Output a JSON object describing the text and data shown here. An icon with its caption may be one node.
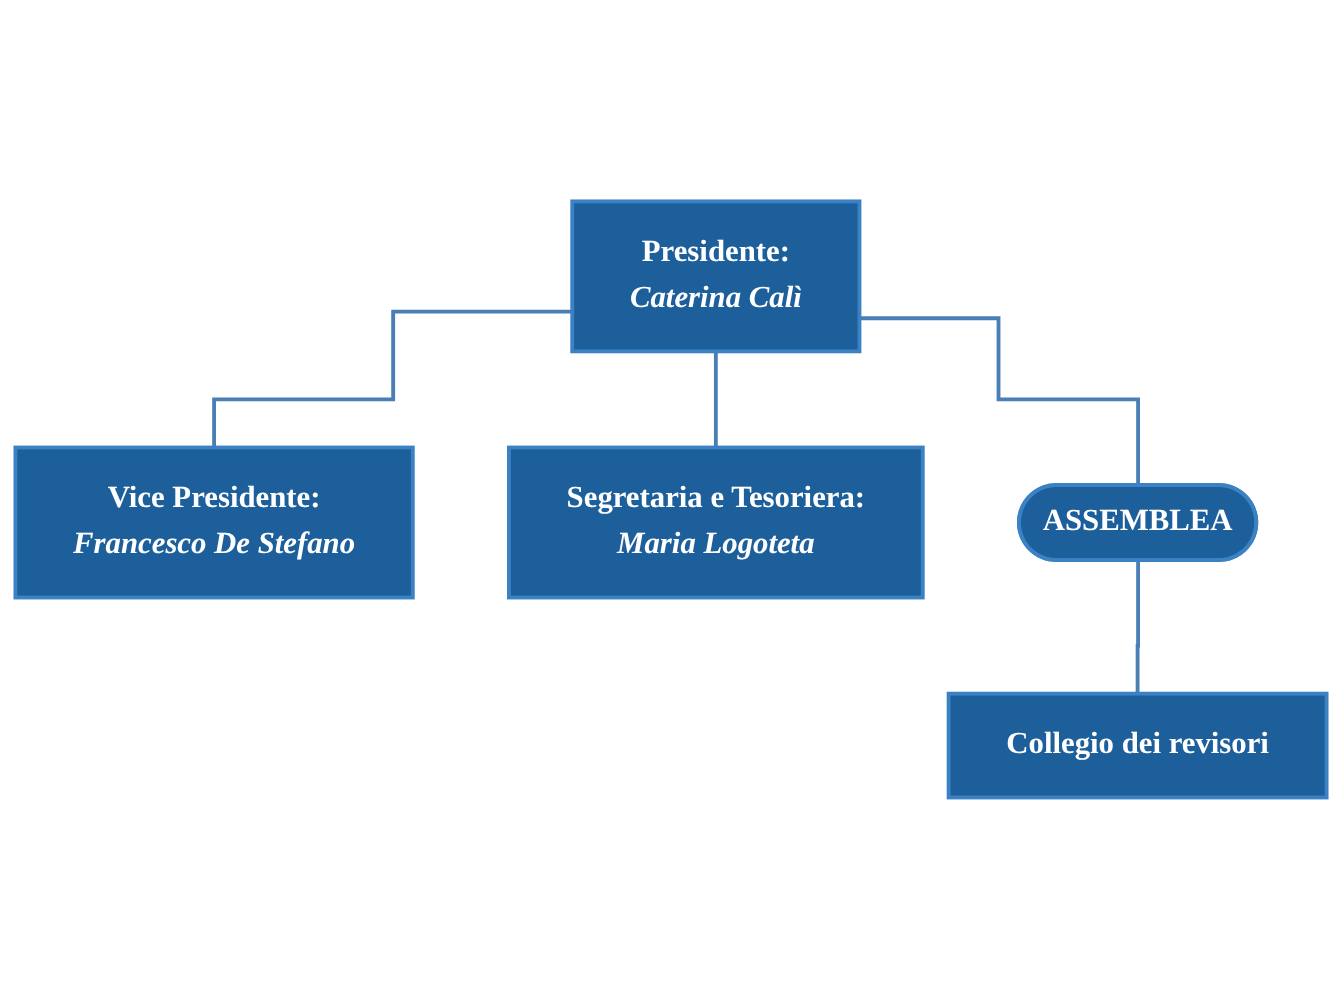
{
  "diagram": {
    "nodes": [
      {
        "text": [
          "Presidente:",
          "Caterina Calì"
        ]
      },
      {
        "text": [
          "Vice Presidente:",
          "Francesco De Stefano"
        ]
      },
      {
        "text": [
          "Segretaria e Tesoriera:",
          "Maria Logoteta"
        ]
      },
      {
        "text": [
          "ASSEMBLEA"
        ]
      },
      {
        "text": [
          "Collegio dei revisori"
        ]
      }
    ],
    "edges": [
      {
        "from": 0,
        "to": 1,
        "arrow": "none"
      },
      {
        "from": 0,
        "to": 2,
        "arrow": "none"
      },
      {
        "from": 0,
        "to": 3,
        "arrow": "none"
      },
      {
        "from": 3,
        "to": 4,
        "arrow": "none"
      }
    ]
  }
}
